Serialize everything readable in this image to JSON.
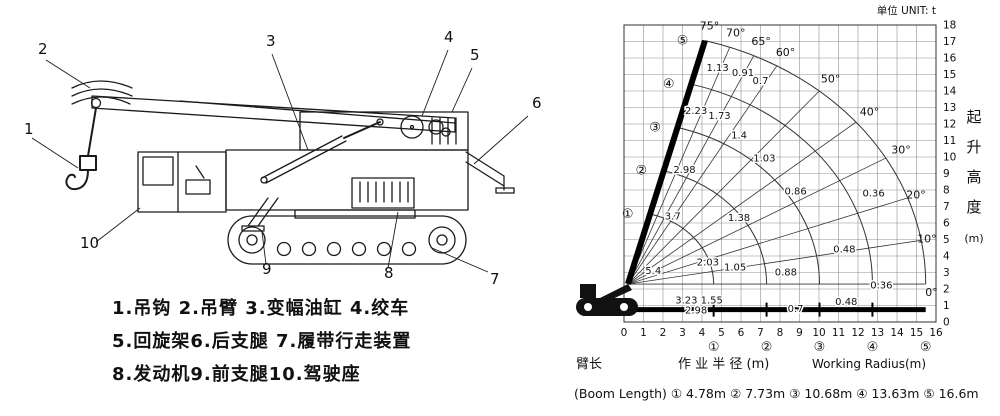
{
  "left_panel": {
    "callouts": [
      "1",
      "2",
      "3",
      "4",
      "5",
      "6",
      "7",
      "8",
      "9",
      "10"
    ],
    "legend_lines": [
      "1.吊钩 2.吊臂 3.变幅油缸 4.绞车",
      "5.回旋架6.后支腿 7.履带行走装置",
      "8.发动机9.前支腿10.驾驶座"
    ]
  },
  "chart_data": {
    "type": "line",
    "unit_label": "单位 UNIT: t",
    "x_axis": {
      "label_cn": "作 业 半 径 (m)",
      "label_en": "Working Radius(m)",
      "min": 0,
      "max": 16,
      "tick_step": 1
    },
    "y_axis": {
      "label_cn": "起升高度",
      "label_unit": "(m)",
      "min": 0,
      "max": 18,
      "tick_step": 1
    },
    "boom_angles": [
      {
        "deg": 75,
        "label": "75°"
      },
      {
        "deg": 70,
        "label": "70°"
      },
      {
        "deg": 65,
        "label": "65°"
      },
      {
        "deg": 60,
        "label": "60°"
      },
      {
        "deg": 50,
        "label": "50°"
      },
      {
        "deg": 40,
        "label": "40°"
      },
      {
        "deg": 30,
        "label": "30°"
      },
      {
        "deg": 20,
        "label": "20°"
      },
      {
        "deg": 10,
        "label": "10°"
      },
      {
        "deg": 0,
        "label": "0°"
      }
    ],
    "boom_lengths": [
      {
        "mark": "①",
        "label": "4.78m",
        "length_m": 4.78
      },
      {
        "mark": "②",
        "label": "7.73m",
        "length_m": 7.73
      },
      {
        "mark": "③",
        "label": "10.68m",
        "length_m": 10.68
      },
      {
        "mark": "④",
        "label": "13.63m",
        "length_m": 13.63
      },
      {
        "mark": "⑤",
        "label": "16.6m",
        "length_m": 16.6
      }
    ],
    "legend_prefix_cn": "臂长",
    "legend_prefix_en": "(Boom Length)",
    "load_points_t": [
      {
        "x": 4.8,
        "y": 15.4,
        "v": "1.13"
      },
      {
        "x": 6.1,
        "y": 15.1,
        "v": "0.91"
      },
      {
        "x": 7.0,
        "y": 14.6,
        "v": "0.7"
      },
      {
        "x": 3.7,
        "y": 12.8,
        "v": "2.23"
      },
      {
        "x": 4.9,
        "y": 12.5,
        "v": "1.73"
      },
      {
        "x": 5.9,
        "y": 11.3,
        "v": "1.4"
      },
      {
        "x": 3.1,
        "y": 9.2,
        "v": "2.98"
      },
      {
        "x": 7.2,
        "y": 9.9,
        "v": "1.03"
      },
      {
        "x": 8.8,
        "y": 7.9,
        "v": "0.86"
      },
      {
        "x": 12.8,
        "y": 7.8,
        "v": "0.36"
      },
      {
        "x": 2.5,
        "y": 6.4,
        "v": "3.7"
      },
      {
        "x": 5.9,
        "y": 6.3,
        "v": "1.38"
      },
      {
        "x": 1.5,
        "y": 3.1,
        "v": "5.4"
      },
      {
        "x": 4.3,
        "y": 3.6,
        "v": "2.03"
      },
      {
        "x": 5.7,
        "y": 3.3,
        "v": "1.05"
      },
      {
        "x": 8.3,
        "y": 3.0,
        "v": "0.88"
      },
      {
        "x": 11.3,
        "y": 4.4,
        "v": "0.48"
      },
      {
        "x": 3.2,
        "y": 1.3,
        "v": "3.23"
      },
      {
        "x": 4.5,
        "y": 1.3,
        "v": "1.55"
      },
      {
        "x": 3.7,
        "y": 0.7,
        "v": "2.98"
      },
      {
        "x": 8.8,
        "y": 0.8,
        "v": "0.7"
      },
      {
        "x": 11.4,
        "y": 1.2,
        "v": "0.48"
      },
      {
        "x": 13.2,
        "y": 2.2,
        "v": "0.36"
      }
    ]
  }
}
